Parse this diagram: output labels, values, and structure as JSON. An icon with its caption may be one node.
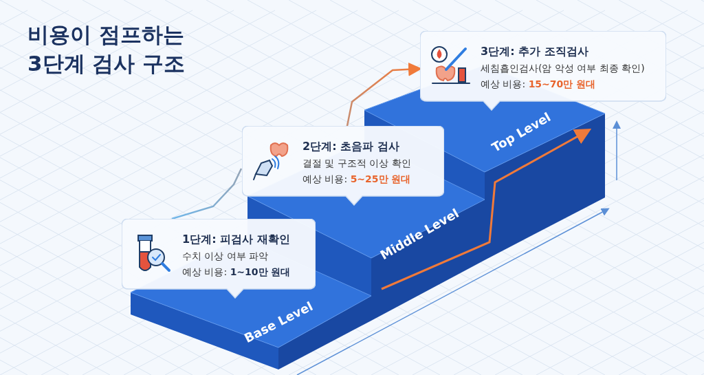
{
  "diagram": {
    "title": "비용이 점프하는 3단계 검사 구조",
    "nodes": [
      {
        "text": [
          "1단계: 피검사 재확인",
          "수치 이상 여부 파악",
          "예상 비용: **1~10만 원대**"
        ]
      },
      {
        "text": [
          "2단계: 초음파 검사",
          "결절 및 구조적 이상 확인",
          "예상 비용: **5~25만 원대**"
        ]
      },
      {
        "text": [
          "3단계: 추가 조직검사",
          "세침흡인검사(암 악성 여부 최종 확인)",
          "예상 비용: **15~70만 원대**"
        ]
      },
      {
        "text": [
          "Base Level"
        ]
      },
      {
        "text": [
          "Middle Level"
        ]
      },
      {
        "text": [
          "Top Level"
        ]
      }
    ],
    "edges": [
      {
        "from": 0,
        "to": 1,
        "arrow": "none"
      },
      {
        "from": 1,
        "to": 2,
        "arrow": "to"
      },
      {
        "from": 4,
        "to": 5,
        "arrow": "to",
        "color": "#f07a3a"
      }
    ]
  }
}
